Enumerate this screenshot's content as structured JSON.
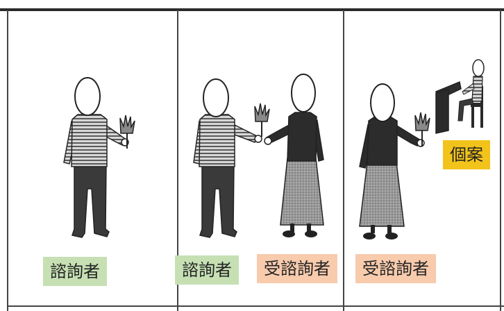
{
  "labels": {
    "panel1_consultant": "諮詢者",
    "panel2_consultant": "諮詢者",
    "panel2_consultee": "受諮詢者",
    "panel3_consultee": "受諮詢者",
    "panel3_client": "個案"
  },
  "colors": {
    "consultant_label_bg": "#c6e0b4",
    "consultee_label_bg": "#f8cbad",
    "client_label_bg": "#f2c31b",
    "frame": "#333333"
  },
  "icons": {
    "figure": "person-figure",
    "flower": "flower-bouquet",
    "desk": "desk-with-seated-person"
  }
}
